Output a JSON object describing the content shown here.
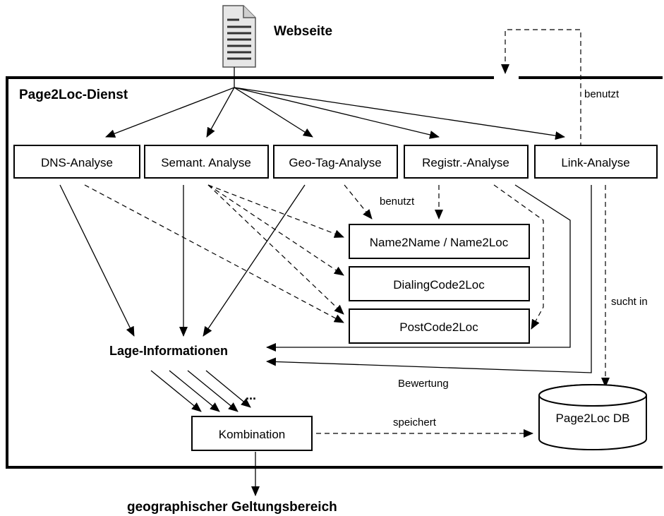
{
  "webpage_label": "Webseite",
  "service_title": "Page2Loc-Dienst",
  "analyses": {
    "dns": "DNS-Analyse",
    "semantic": "Semant. Analyse",
    "geotag": "Geo-Tag-Analyse",
    "registr": "Registr.-Analyse",
    "link": "Link-Analyse"
  },
  "services": {
    "name2loc": "Name2Name / Name2Loc",
    "dialing": "DialingCode2Loc",
    "postcode": "PostCode2Loc"
  },
  "edge_labels": {
    "benutzt_top": "benutzt",
    "benutzt_mid": "benutzt",
    "sucht_in": "sucht in",
    "bewertung": "Bewertung",
    "speichert": "speichert",
    "ellipsis": "..."
  },
  "location_info": "Lage-Informationen",
  "combination": "Kombination",
  "database": "Page2Loc DB",
  "output": "geographischer Geltungsbereich"
}
